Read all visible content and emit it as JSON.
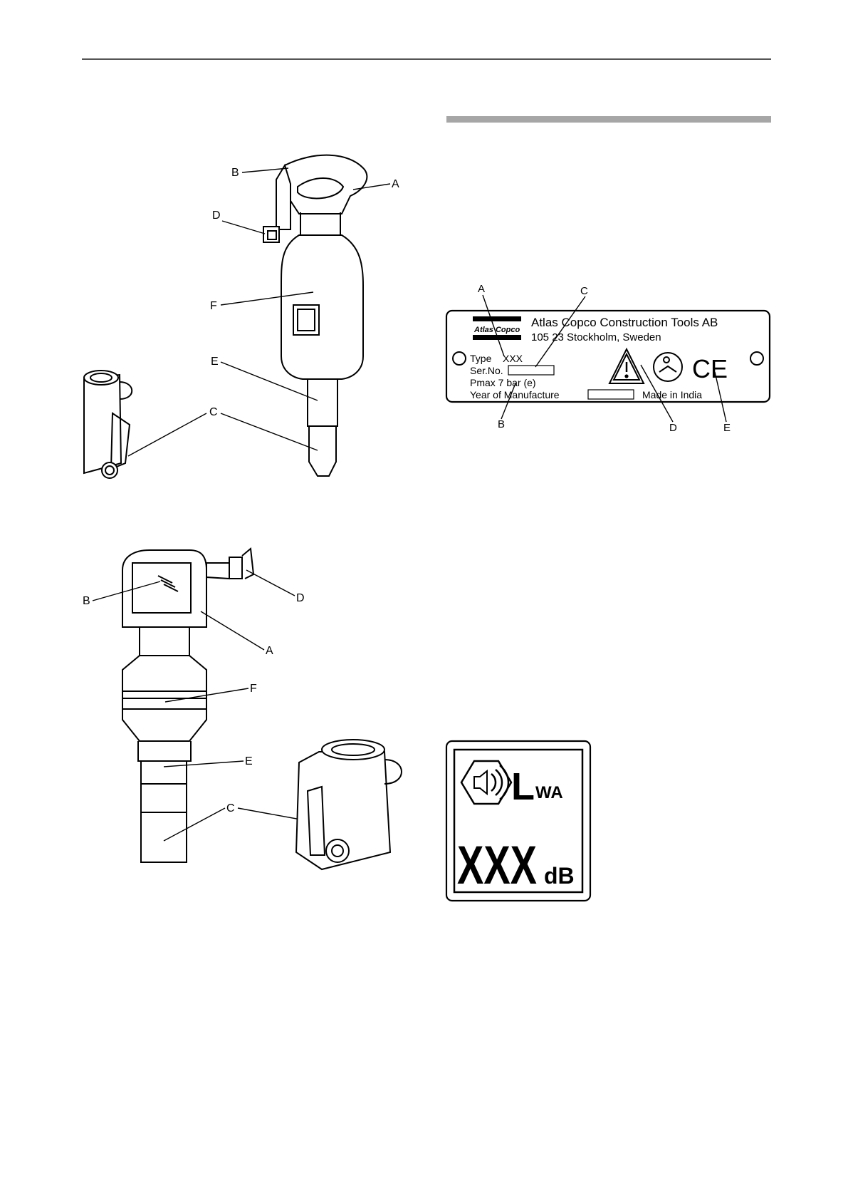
{
  "colors": {
    "page_bg": "#ffffff",
    "ink": "#000000",
    "rule": "#555555",
    "section_bar": "#a6a6a6"
  },
  "hammer1": {
    "labels": {
      "a": "A",
      "b": "B",
      "c": "C",
      "d": "D",
      "e": "E",
      "f": "F"
    }
  },
  "hammer2": {
    "labels": {
      "a": "A",
      "b": "B",
      "c": "C",
      "d": "D",
      "e": "E",
      "f": "F"
    }
  },
  "plate": {
    "callouts": {
      "a": "A",
      "b": "B",
      "c": "C",
      "d": "D",
      "e": "E"
    },
    "logo": "Atlas Copco",
    "company": "Atlas Copco Construction Tools AB",
    "address": "105 23 Stockholm, Sweden",
    "type_label": "Type",
    "type_value": "XXX",
    "serial_label": "Ser.No.",
    "pmax_text": "Pmax 7 bar (e)",
    "year_label": "Year of Manufacture",
    "made_in": "Made in India",
    "ce_mark": "CE"
  },
  "noise_label": {
    "lwa_big": "L",
    "lwa_sub": "WA",
    "value": "XXX",
    "unit": "dB"
  }
}
